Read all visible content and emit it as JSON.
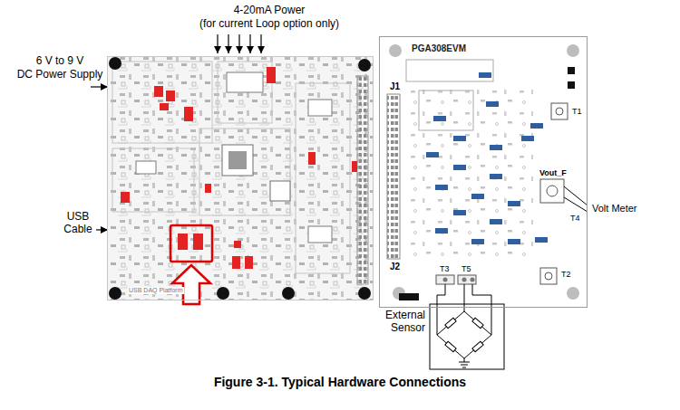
{
  "diagram": {
    "caption": "Figure 3-1. Typical Hardware Connections",
    "nodes": [
      {
        "text": [
          "USB DAQ Platform"
        ]
      },
      {
        "text": [
          "PGA308EVM"
        ]
      }
    ],
    "labels": [
      "4-20mA Power",
      "(for current Loop option only)",
      "6 V to 9 V",
      "DC Power Supply",
      "USB",
      "Cable",
      "J1",
      "J2",
      "T1",
      "T2",
      "T3",
      "T5",
      "T4",
      "Volt Meter",
      "External",
      "Sensor",
      "Vout_F"
    ]
  }
}
